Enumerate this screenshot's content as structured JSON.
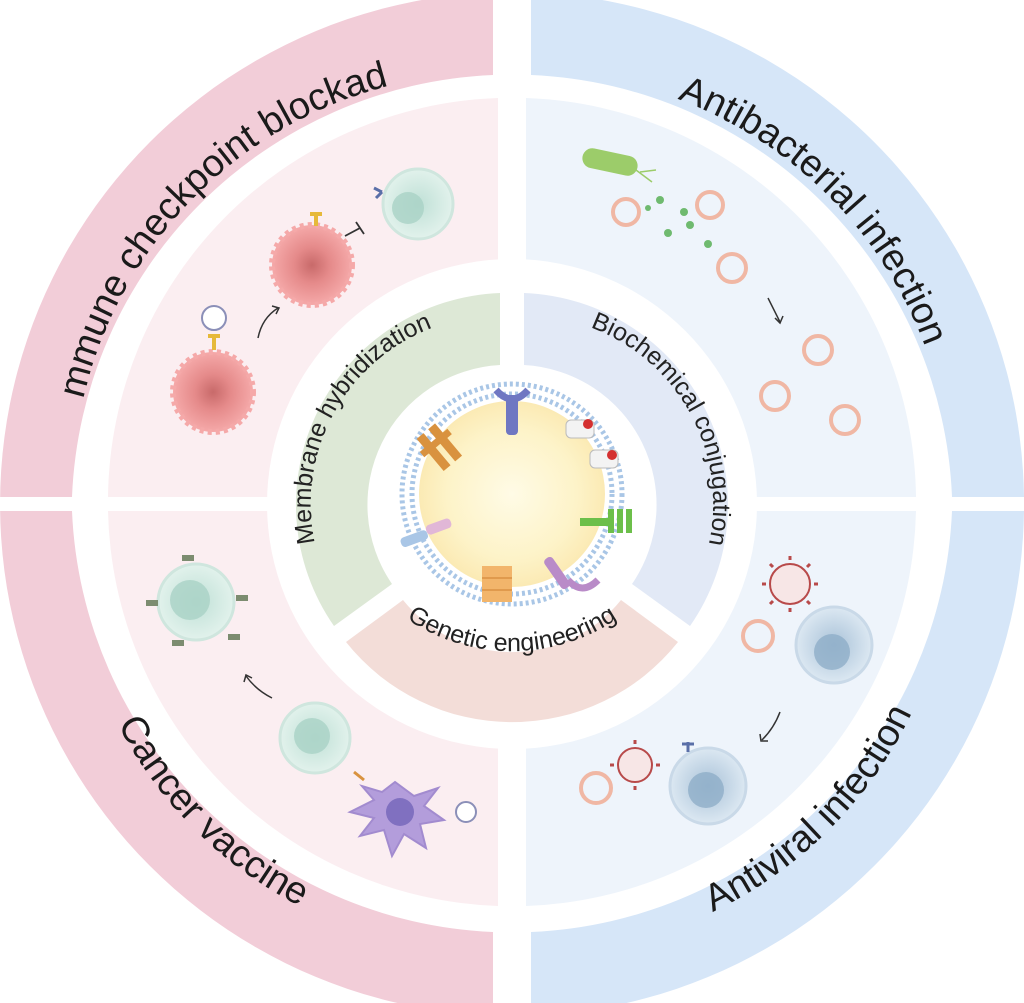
{
  "outer_sections": {
    "top_left": "Immune checkpoint blockade",
    "top_right": "Antibacterial infection",
    "bottom_left": "Cancer vaccine",
    "bottom_right": "Antiviral infection"
  },
  "modification_methods": {
    "left": "Membrane hybridization",
    "right": "Biochemical conjugation",
    "bottom": "Genetic engineering"
  },
  "colors": {
    "pink_ring": "#f2cdd8",
    "pink_panel": "#fbeef1",
    "blue_ring": "#d6e6f8",
    "blue_panel": "#eef4fb",
    "green_band": "#dde8d6",
    "blue_band": "#e2e9f6",
    "peach_band": "#f3ddd8"
  },
  "icons": {
    "center": "cell-membrane-vesicle-icon",
    "top_left": "tumor-cell-checkpoint-icon",
    "top_right": "bacteria-vesicle-icon",
    "bottom_left": "dendritic-cell-tcell-icon",
    "bottom_right": "virus-host-cell-icon"
  }
}
